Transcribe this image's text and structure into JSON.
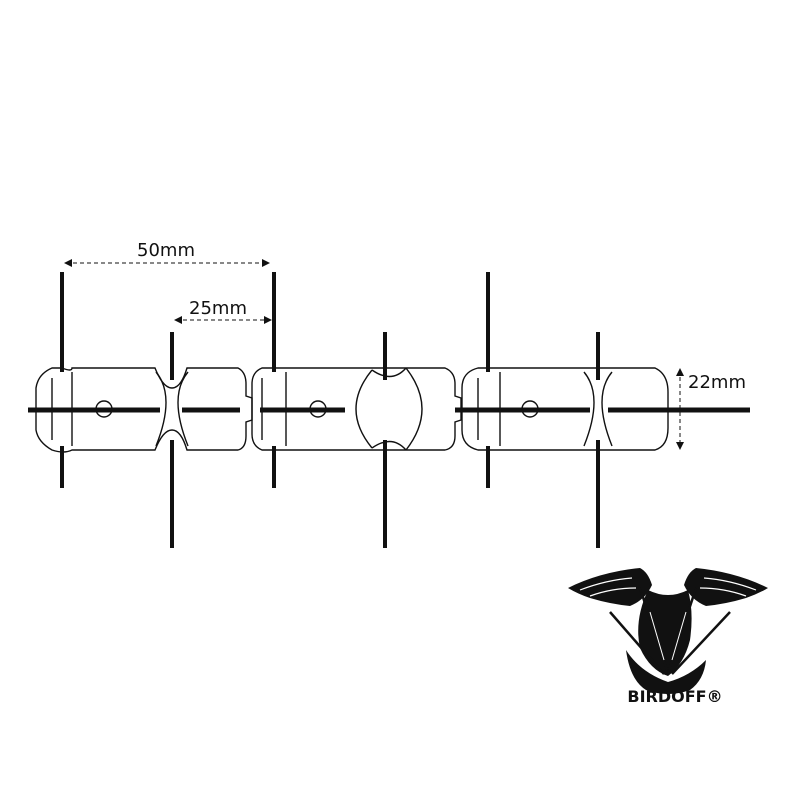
{
  "diagram": {
    "dimensions": {
      "pitch_label": "50mm",
      "half_pitch_label": "25mm",
      "width_label": "22mm"
    },
    "segments": 3,
    "spikes_per_segment": 2
  },
  "brand": {
    "name": "BIRDOFF®",
    "logo": "bird-wings-logo-icon"
  },
  "colors": {
    "ink": "#111111",
    "background": "#ffffff"
  }
}
